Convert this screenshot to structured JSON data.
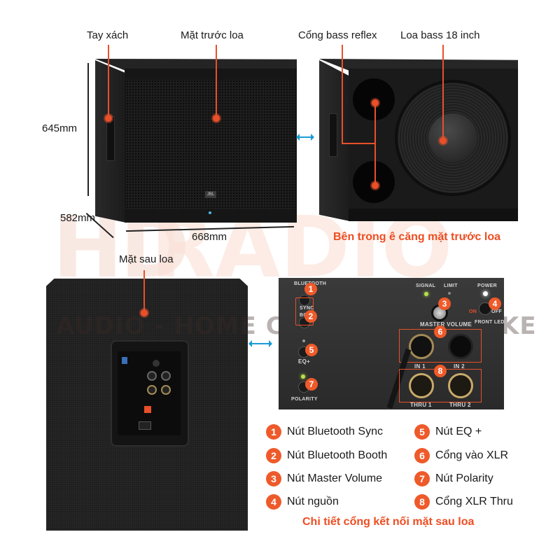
{
  "watermark": {
    "brand_left": "HD",
    "brand_right": "RADIO",
    "tagline": "AUDIO - HOME CINEMA - KARAOKE"
  },
  "front_view": {
    "label_handle": "Tay xách",
    "label_front": "Mặt trước loa",
    "dim_height": "645mm",
    "dim_depth": "582mm",
    "dim_width": "668mm",
    "logo": "JBL"
  },
  "inside_view": {
    "label_port": "Cổng bass reflex",
    "label_woofer": "Loa bass 18 inch",
    "caption": "Bên trong ê căng mặt trước loa"
  },
  "rear_view": {
    "label_rear": "Mặt sau loa"
  },
  "panel": {
    "bluetooth": "BLUETOOTH",
    "sync": "SYNC",
    "boost": "BOO",
    "signal": "SIGNAL",
    "limit": "LIMIT",
    "power": "POWER",
    "master_volume": "MASTER VOLUME",
    "on": "ON",
    "off": "OFF",
    "front_led": "FRONT LED",
    "eq": "EQ+",
    "polarity": "POLARITY",
    "in1": "IN 1",
    "in2": "IN 2",
    "thru1": "THRU 1",
    "thru2": "THRU 2",
    "badges": [
      "1",
      "2",
      "3",
      "4",
      "5",
      "6",
      "7",
      "8"
    ]
  },
  "legend": {
    "items": [
      {
        "num": "1",
        "text": "Nút Bluetooth Sync"
      },
      {
        "num": "2",
        "text": "Nút Bluetooth Booth"
      },
      {
        "num": "3",
        "text": "Nút Master Volume"
      },
      {
        "num": "4",
        "text": "Nút nguồn"
      },
      {
        "num": "5",
        "text": "Nút EQ +"
      },
      {
        "num": "6",
        "text": "Cổng vào XLR"
      },
      {
        "num": "7",
        "text": "Nút Polarity"
      },
      {
        "num": "8",
        "text": "Cổng XLR Thru"
      }
    ],
    "caption": "Chi tiết cổng kết nối mặt sau loa"
  },
  "colors": {
    "accent": "#ee4d22",
    "link_arrow": "#1b9ad6",
    "speaker": "#1d1d1d"
  }
}
